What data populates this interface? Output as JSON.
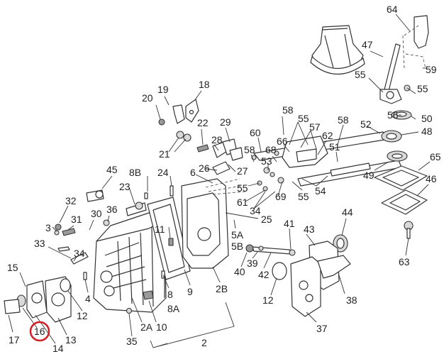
{
  "callouts": {
    "c64": "64",
    "c47": "47",
    "c59": "59",
    "c55a": "55",
    "c55b": "55",
    "c56": "56",
    "c50": "50",
    "c48": "48",
    "c19": "19",
    "c18": "18",
    "c20": "20",
    "c22": "22",
    "c29": "29",
    "c21": "21",
    "c28": "28",
    "c58a": "58",
    "c60": "60",
    "c55c": "55",
    "c57": "57",
    "c58b": "58",
    "c52": "52",
    "c66": "66",
    "c62": "62",
    "c51": "51",
    "c58c": "58",
    "c68": "68",
    "c53": "53",
    "c65": "65",
    "c49": "49",
    "c46": "46",
    "c26": "26",
    "c27": "27",
    "c55d": "55",
    "c69": "69",
    "c55e": "55",
    "c54": "54",
    "c61": "61",
    "c34a": "34",
    "c45": "45",
    "c8B": "8B",
    "c24": "24",
    "c6": "6",
    "c23": "23",
    "c25": "25",
    "c32": "32",
    "c36": "36",
    "c30": "30",
    "c31": "31",
    "c3": "3",
    "c11": "11",
    "c5A": "5A",
    "c5B": "5B",
    "c44": "44",
    "c41": "41",
    "c43": "43",
    "c33": "33",
    "c34b": "34",
    "c40": "40",
    "c39": "39",
    "c42": "42",
    "c63": "63",
    "c15": "15",
    "c4": "4",
    "c9": "9",
    "c2B": "2B",
    "c12a": "12",
    "c8": "8",
    "c8A": "8A",
    "c12b": "12",
    "c38": "38",
    "c13": "13",
    "c2A": "2A",
    "c10": "10",
    "c16": "16",
    "c17": "17",
    "c14": "14",
    "c35": "35",
    "c2": "2",
    "c37": "37"
  },
  "highlight": {
    "part": "16",
    "color": "#d21f26"
  }
}
